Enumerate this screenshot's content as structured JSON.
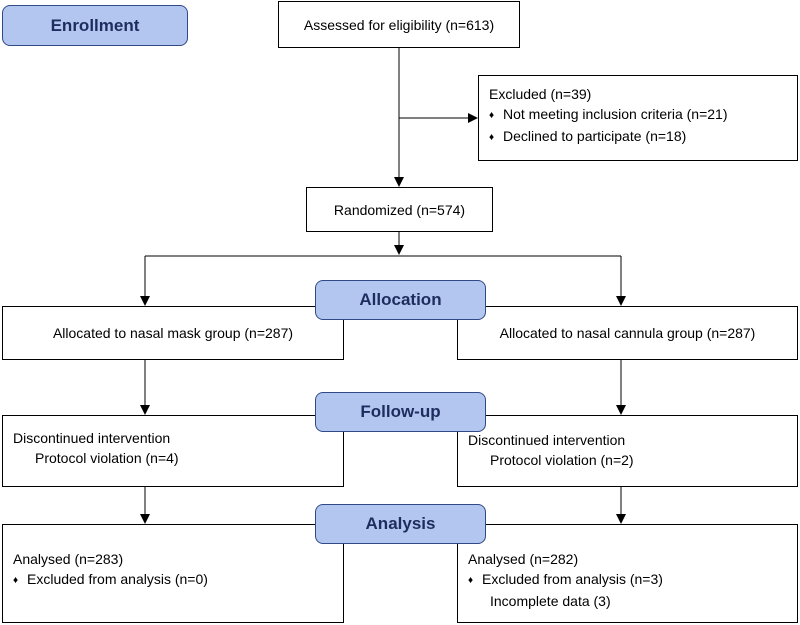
{
  "stages": {
    "enrollment": "Enrollment",
    "allocation": "Allocation",
    "followup": "Follow-up",
    "analysis": "Analysis"
  },
  "assessed": "Assessed for eligibility (n=613)",
  "excluded": {
    "title": "Excluded (n=39)",
    "items": [
      "Not meeting inclusion criteria (n=21)",
      "Declined to participate (n=18)"
    ]
  },
  "randomized": "Randomized (n=574)",
  "left": {
    "allocated": "Allocated to nasal mask group (n=287)",
    "followup_title": "Discontinued intervention",
    "followup_detail": "Protocol violation (n=4)",
    "analysed": "Analysed (n=283)",
    "analysis_item": "Excluded from analysis (n=0)"
  },
  "right": {
    "allocated": "Allocated to nasal cannula group (n=287)",
    "followup_title": "Discontinued intervention",
    "followup_detail": "Protocol violation (n=2)",
    "analysed": "Analysed (n=282)",
    "analysis_item": "Excluded from analysis (n=3)",
    "analysis_detail": "Incomplete data (3)"
  },
  "bullet_glyph": "♦"
}
